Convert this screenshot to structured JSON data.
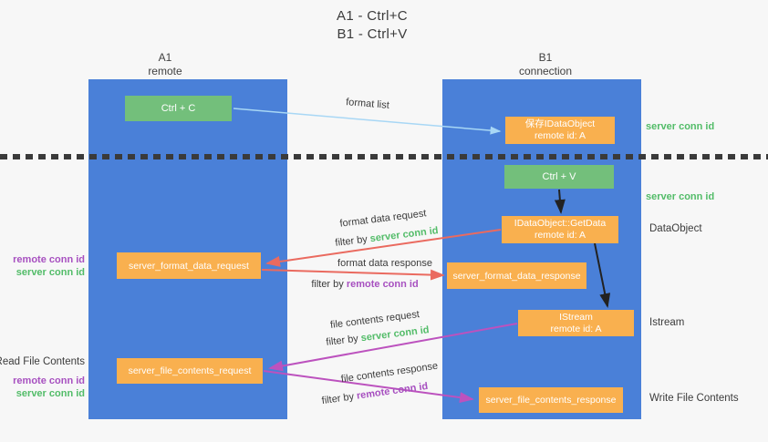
{
  "title": {
    "line1": "A1 - Ctrl+C",
    "line2": "B1 - Ctrl+V"
  },
  "lanes": {
    "left": {
      "name": "A1",
      "subtitle": "remote"
    },
    "right": {
      "name": "B1",
      "subtitle": "connection"
    }
  },
  "nodes": {
    "ctrl_c": {
      "label": "Ctrl + C"
    },
    "save_idataobject": {
      "line1": "保存IDataObject",
      "line2": "remote id: A"
    },
    "ctrl_v": {
      "label": "Ctrl + V"
    },
    "getdata": {
      "line1": "IDataObject::GetData",
      "line2": "remote id: A"
    },
    "istream": {
      "line1": "IStream",
      "line2": "remote id: A"
    },
    "format_request": {
      "label": "server_format_data_request"
    },
    "format_response": {
      "label": "server_format_data_response"
    },
    "file_request": {
      "label": "server_file_contents_request"
    },
    "file_response": {
      "label": "server_file_contents_response"
    }
  },
  "arrow_labels": {
    "format_list": "format list",
    "format_data_request": "format data request",
    "format_data_response": "format data response",
    "file_contents_request": "file contents request",
    "file_contents_response": "file contents response",
    "filter_by": "filter by ",
    "server_conn_id": "server conn id",
    "remote_conn_id": "remote conn id"
  },
  "margin_labels": {
    "server_conn_id_top": "server conn id",
    "server_conn_id_mid": "server conn id",
    "dataobject": "DataObject",
    "istream": "Istream",
    "write_file_contents": "Write File Contents",
    "read_file_contents": "Read File Contents",
    "remote_conn_id_format": "remote conn id",
    "server_conn_id_format": "server conn id",
    "remote_conn_id_file": "remote conn id",
    "server_conn_id_file": "server conn id"
  },
  "colors": {
    "background": "#F7F7F7",
    "lane_blue": "#4A80D8",
    "node_orange": "#F9B04F",
    "node_green": "#73BF7B",
    "accent_green": "#52BC68",
    "accent_purple": "#A750C0",
    "arrow_red": "#EA6A5F",
    "arrow_magenta": "#BC52BE",
    "arrow_lightblue": "#A8D7F5",
    "arrow_black": "#222222",
    "text_dark": "#3B3B3B"
  }
}
